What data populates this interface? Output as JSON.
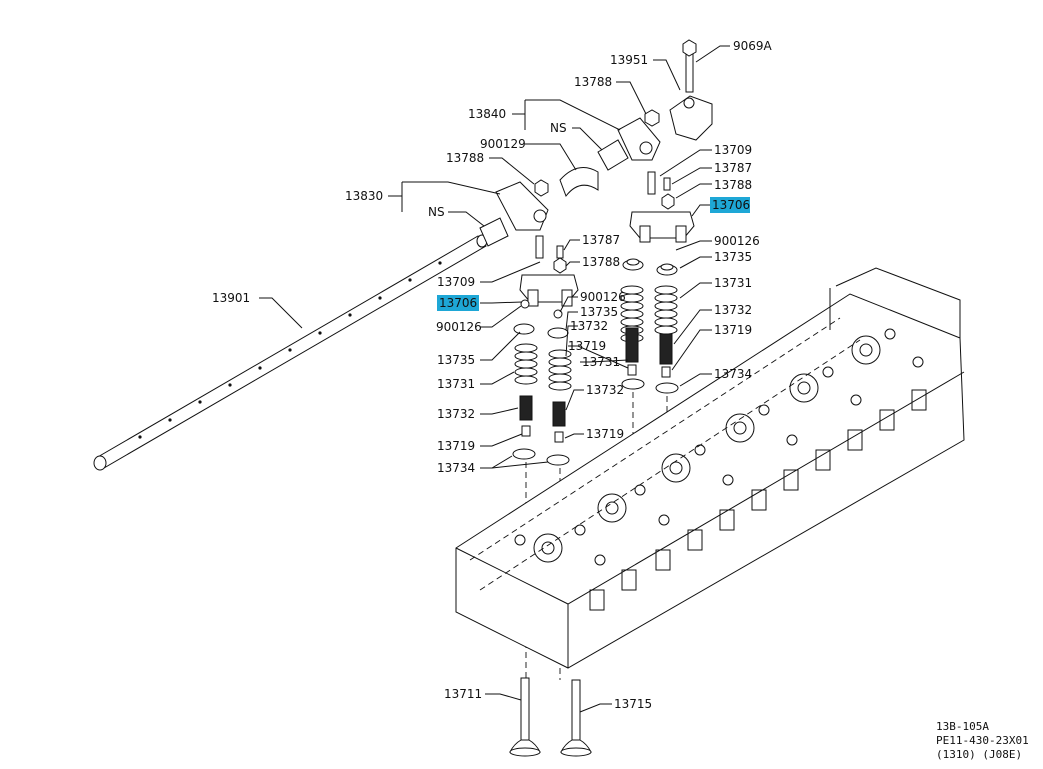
{
  "labels": {
    "l9069A": "9069A",
    "l13951": "13951",
    "l13788a": "13788",
    "l13840": "13840",
    "lNSa": "NS",
    "l900129": "900129",
    "l13788b": "13788",
    "l13830": "13830",
    "lNSb": "NS",
    "l13709a": "13709",
    "l13787a": "13787",
    "l13788c": "13788",
    "l13706a": "13706",
    "l900126a": "900126",
    "l13735a": "13735",
    "l13731a": "13731",
    "l13732a": "13732",
    "l13719a": "13719",
    "l13734a": "13734",
    "l13787b": "13787",
    "l13788d": "13788",
    "l13709b": "13709",
    "l13706b": "13706",
    "l900126b": "900126",
    "l900126c": "900126",
    "l13735b": "13735",
    "l13732b": "13732",
    "l13719b": "13719",
    "l13731b": "13731",
    "l13732c": "13732",
    "l13719c": "13719",
    "l13735c": "13735",
    "l13731c": "13731",
    "l13732d": "13732",
    "l13719d": "13719",
    "l13734b": "13734",
    "l13901": "13901",
    "l13711": "13711",
    "l13715": "13715"
  },
  "footer": {
    "line1": "13B-105A",
    "line2": "PE11-430-23X01",
    "line3": "(1310) (J08E)"
  },
  "colors": {
    "highlight": "#1ea7d6"
  }
}
